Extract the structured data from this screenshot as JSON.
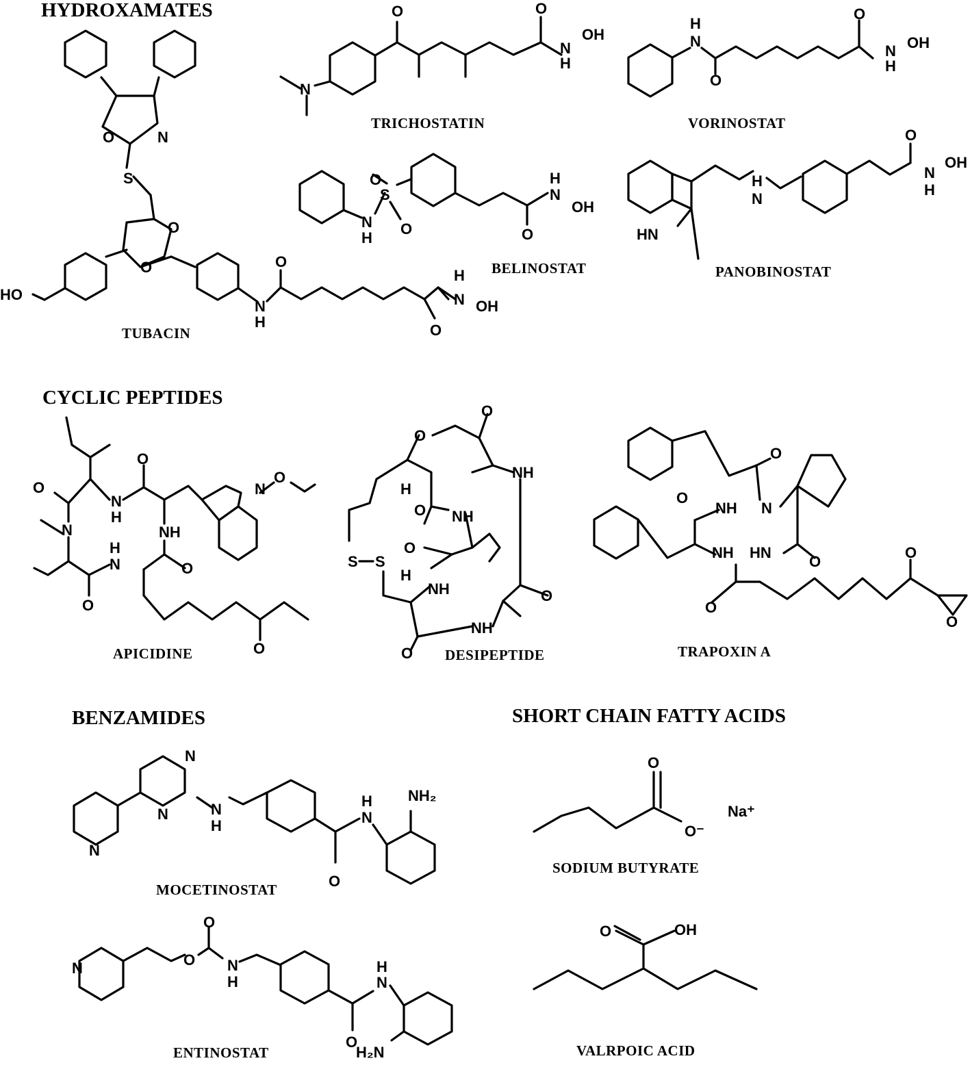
{
  "sections": {
    "hydroxamates": "HYDROXAMATES",
    "cyclic_peptides": "CYCLIC PEPTIDES",
    "benzamides": "BENZAMIDES",
    "short_chain_fatty_acids": "SHORT CHAIN FATTY  ACIDS"
  },
  "compounds": {
    "tubacin": "TUBACIN",
    "trichostatin": "TRICHOSTATIN",
    "vorinostat": "VORINOSTAT",
    "belinostat": "BELINOSTAT",
    "panobinostat": "PANOBINOSTAT",
    "apicidine": "APICIDINE",
    "desipeptide": "DESIPEPTIDE",
    "trapoxin_a": "TRAPOXIN A",
    "mocetinostat": "MOCETINOSTAT",
    "entinostat": "ENTINOSTAT",
    "sodium_butyrate": "SODIUM BUTYRATE",
    "valproic_acid": "VALRPOIC  ACID"
  },
  "atoms": {
    "O": "O",
    "N": "N",
    "S": "S",
    "H": "H",
    "OH": "OH",
    "HO": "HO",
    "NH": "NH",
    "HN": "HN",
    "NH2": "NH₂",
    "H2N": "H₂N",
    "Na_plus": "Na⁺",
    "O_minus": "O⁻"
  }
}
